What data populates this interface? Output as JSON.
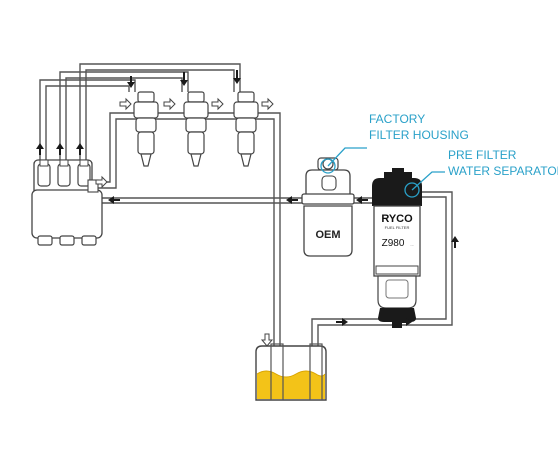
{
  "callouts": {
    "factory_line1": "FACTORY",
    "factory_line2": "FILTER HOUSING",
    "prefilter_line1": "PRE FILTER",
    "prefilter_line2": "WATER SEPARATOR"
  },
  "oem_filter": {
    "label": "OEM"
  },
  "ryco_filter": {
    "brand": "RYCO",
    "subtitle": "FUEL FILTER",
    "model": "Z980",
    "model_suffix": "..."
  },
  "colors": {
    "callout": "#2aa1c9",
    "fuel": "#f3c318",
    "line": "#555555",
    "arrow": "#1a1a1a"
  }
}
